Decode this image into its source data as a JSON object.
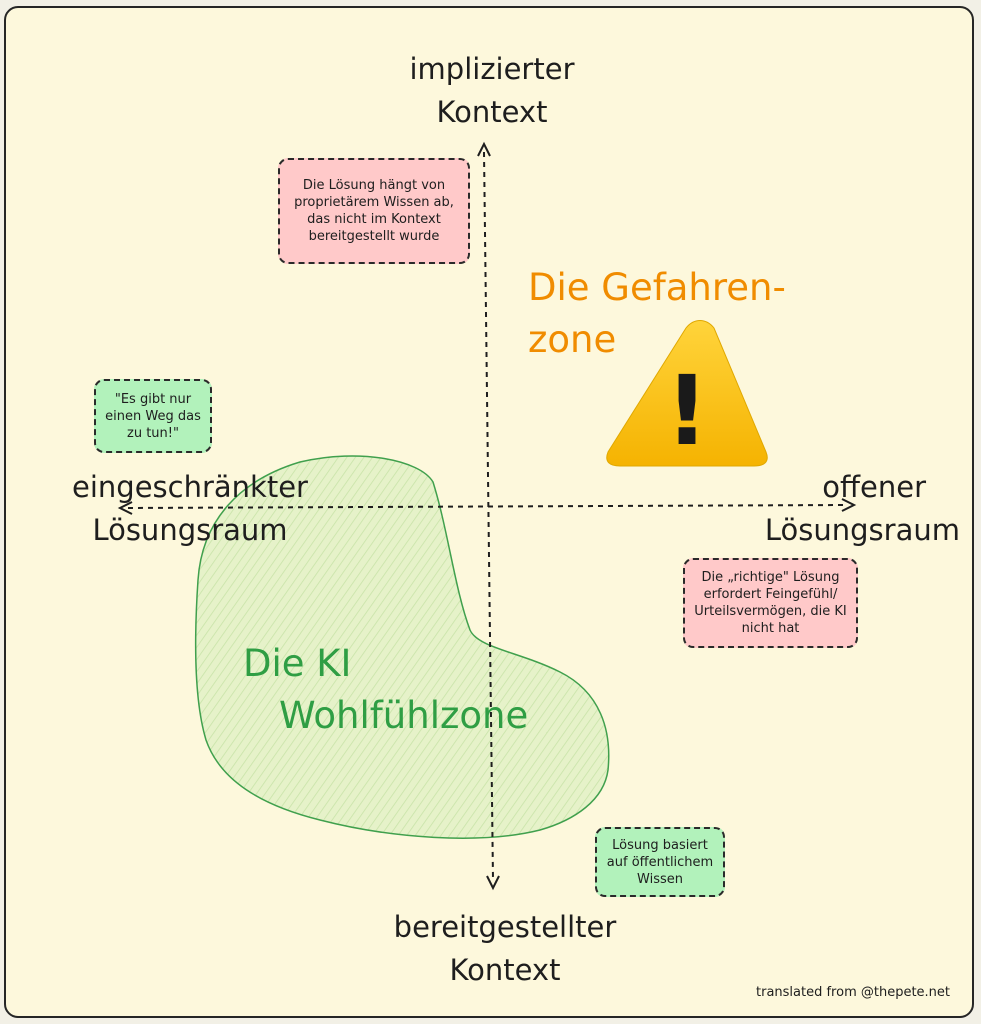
{
  "axes": {
    "top": [
      "implizierter",
      "Kontext"
    ],
    "bottom": [
      "bereitgestellter",
      "Kontext"
    ],
    "left": [
      "eingeschränkter",
      "Lösungsraum"
    ],
    "right": [
      "offener",
      "Lösungsraum"
    ]
  },
  "notes": {
    "top_left": "Die Lösung hängt von proprietärem Wissen ab, das nicht im Kontext bereitgestellt wurde",
    "left": "\"Es gibt nur einen Weg das zu tun!\"",
    "right": "Die „richtige\" Lösung erfordert Feingefühl/ Urteilsvermögen, die KI nicht hat",
    "bottom_right": "Lösung basiert auf öffentlichem Wissen"
  },
  "zones": {
    "danger": [
      "Die Gefahren-",
      "zone"
    ],
    "comfort": [
      "Die KI",
      "Wohlfühlzone"
    ]
  },
  "warning_symbol": "!",
  "credit": "translated from @thepete.net",
  "colors": {
    "danger_text": "#f08c00",
    "comfort_text": "#2f9e44",
    "comfort_fill": "#e4f2c8",
    "comfort_stroke": "#40a04d",
    "note_red": "#ffc9c9",
    "note_green": "#b2f2bb",
    "warning_fill": "#fcc419",
    "background": "#fdf8dc"
  }
}
